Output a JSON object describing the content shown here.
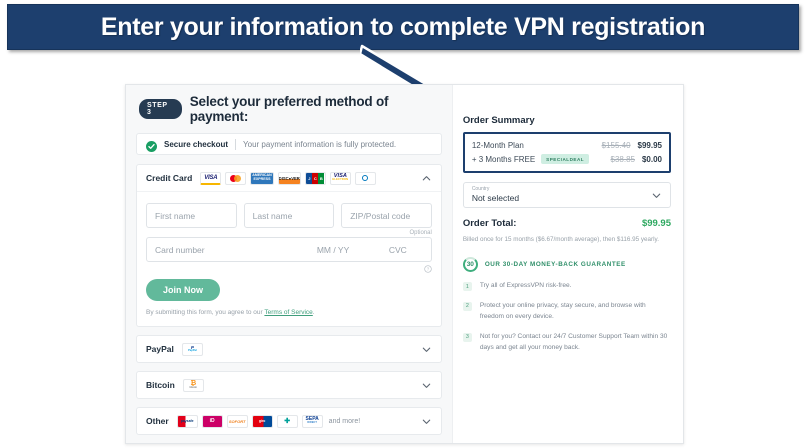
{
  "banner": {
    "text": "Enter your information to complete VPN registration",
    "bg": "#1d3f6e"
  },
  "step": {
    "badge": "STEP 3",
    "title": "Select your preferred method of payment:"
  },
  "secure": {
    "label": "Secure checkout",
    "message": "Your payment information is fully protected.",
    "icon": "check-circle-icon"
  },
  "payment_methods": [
    {
      "name": "Credit Card",
      "expanded": true,
      "logos": [
        "VISA",
        "Mastercard",
        "American Express",
        "Discover",
        "JCB",
        "VISA Electron",
        "Diners Club"
      ]
    },
    {
      "name": "PayPal",
      "expanded": false,
      "logos": [
        "PayPal"
      ]
    },
    {
      "name": "Bitcoin",
      "expanded": false,
      "logos": [
        "Bitcoin"
      ]
    },
    {
      "name": "Other",
      "expanded": false,
      "logos": [
        "Paysafecard",
        "iDEAL",
        "SOFORT",
        "Giropay",
        "Alipay",
        "SEPA"
      ],
      "more_text": "and more!"
    }
  ],
  "form": {
    "first_name_placeholder": "First name",
    "last_name_placeholder": "Last name",
    "zip_placeholder": "ZIP/Postal code",
    "zip_note": "Optional",
    "card_number_placeholder": "Card number",
    "expiry_placeholder": "MM / YY",
    "cvc_placeholder": "CVC",
    "submit_label": "Join Now",
    "terms_prefix": "By submitting this form, you agree to our ",
    "terms_link": "Terms of Service",
    "terms_suffix": "."
  },
  "order_summary": {
    "title": "Order Summary",
    "items": [
      {
        "name": "12-Month Plan",
        "badge": "",
        "price_old": "$155.40",
        "price_new": "$99.95"
      },
      {
        "name": "+ 3 Months FREE",
        "badge": "SPECIALDEAL",
        "price_old": "$38.85",
        "price_new": "$0.00"
      }
    ],
    "country": {
      "label": "Country",
      "value": "Not selected"
    },
    "total_label": "Order Total:",
    "total_value": "$99.95",
    "billing_note": "Billed once for 15 months ($6.67/month average), then $116.95 yearly."
  },
  "guarantee": {
    "badge": "30",
    "title": "OUR 30-DAY MONEY-BACK GUARANTEE",
    "items": [
      {
        "num": "1",
        "text": "Try all of ExpressVPN risk-free."
      },
      {
        "num": "2",
        "text": "Protect your online privacy, stay secure, and browse with freedom on every device."
      },
      {
        "num": "3",
        "text": "Not for you? Contact our 24/7 Customer Support Team within 30 days and get all your money back."
      }
    ]
  },
  "colors": {
    "banner_navy": "#1d3f6e",
    "accent_green": "#62b99b",
    "total_green": "#2ea860",
    "highlight_border": "#1d3f6e"
  }
}
